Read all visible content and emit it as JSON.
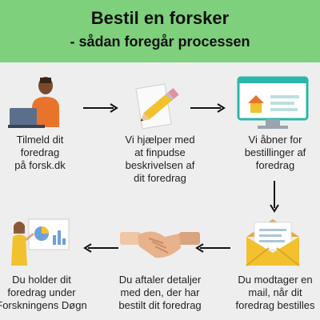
{
  "header": {
    "title": "Bestil en forsker",
    "subtitle": "- sådan foregår processen"
  },
  "steps": [
    {
      "label": "Tilmeld dit\nforedrag\npå forsk.dk",
      "icon": "person-laptop-icon"
    },
    {
      "label": "Vi hjælper med\nat finpudse\nbeskrivelsen af\ndit foredrag",
      "icon": "pencil-paper-icon"
    },
    {
      "label": "Vi åbner for\nbestillinger af\nforedrag",
      "icon": "monitor-house-icon"
    },
    {
      "label": "Du modtager en\nmail, når dit\nforedrag bestilles",
      "icon": "envelope-icon"
    },
    {
      "label": "Du aftaler detaljer\nmed den, der har\nbestilt dit foredrag",
      "icon": "handshake-icon"
    },
    {
      "label": "Du holder dit\nforedrag under\nForskningens Døgn",
      "icon": "presenter-icon"
    }
  ],
  "colors": {
    "header_bg": "#7fd07c",
    "background": "#eeeeee",
    "accent_teal": "#2bb7a8",
    "accent_orange": "#e8742c",
    "arrow": "#111111"
  }
}
